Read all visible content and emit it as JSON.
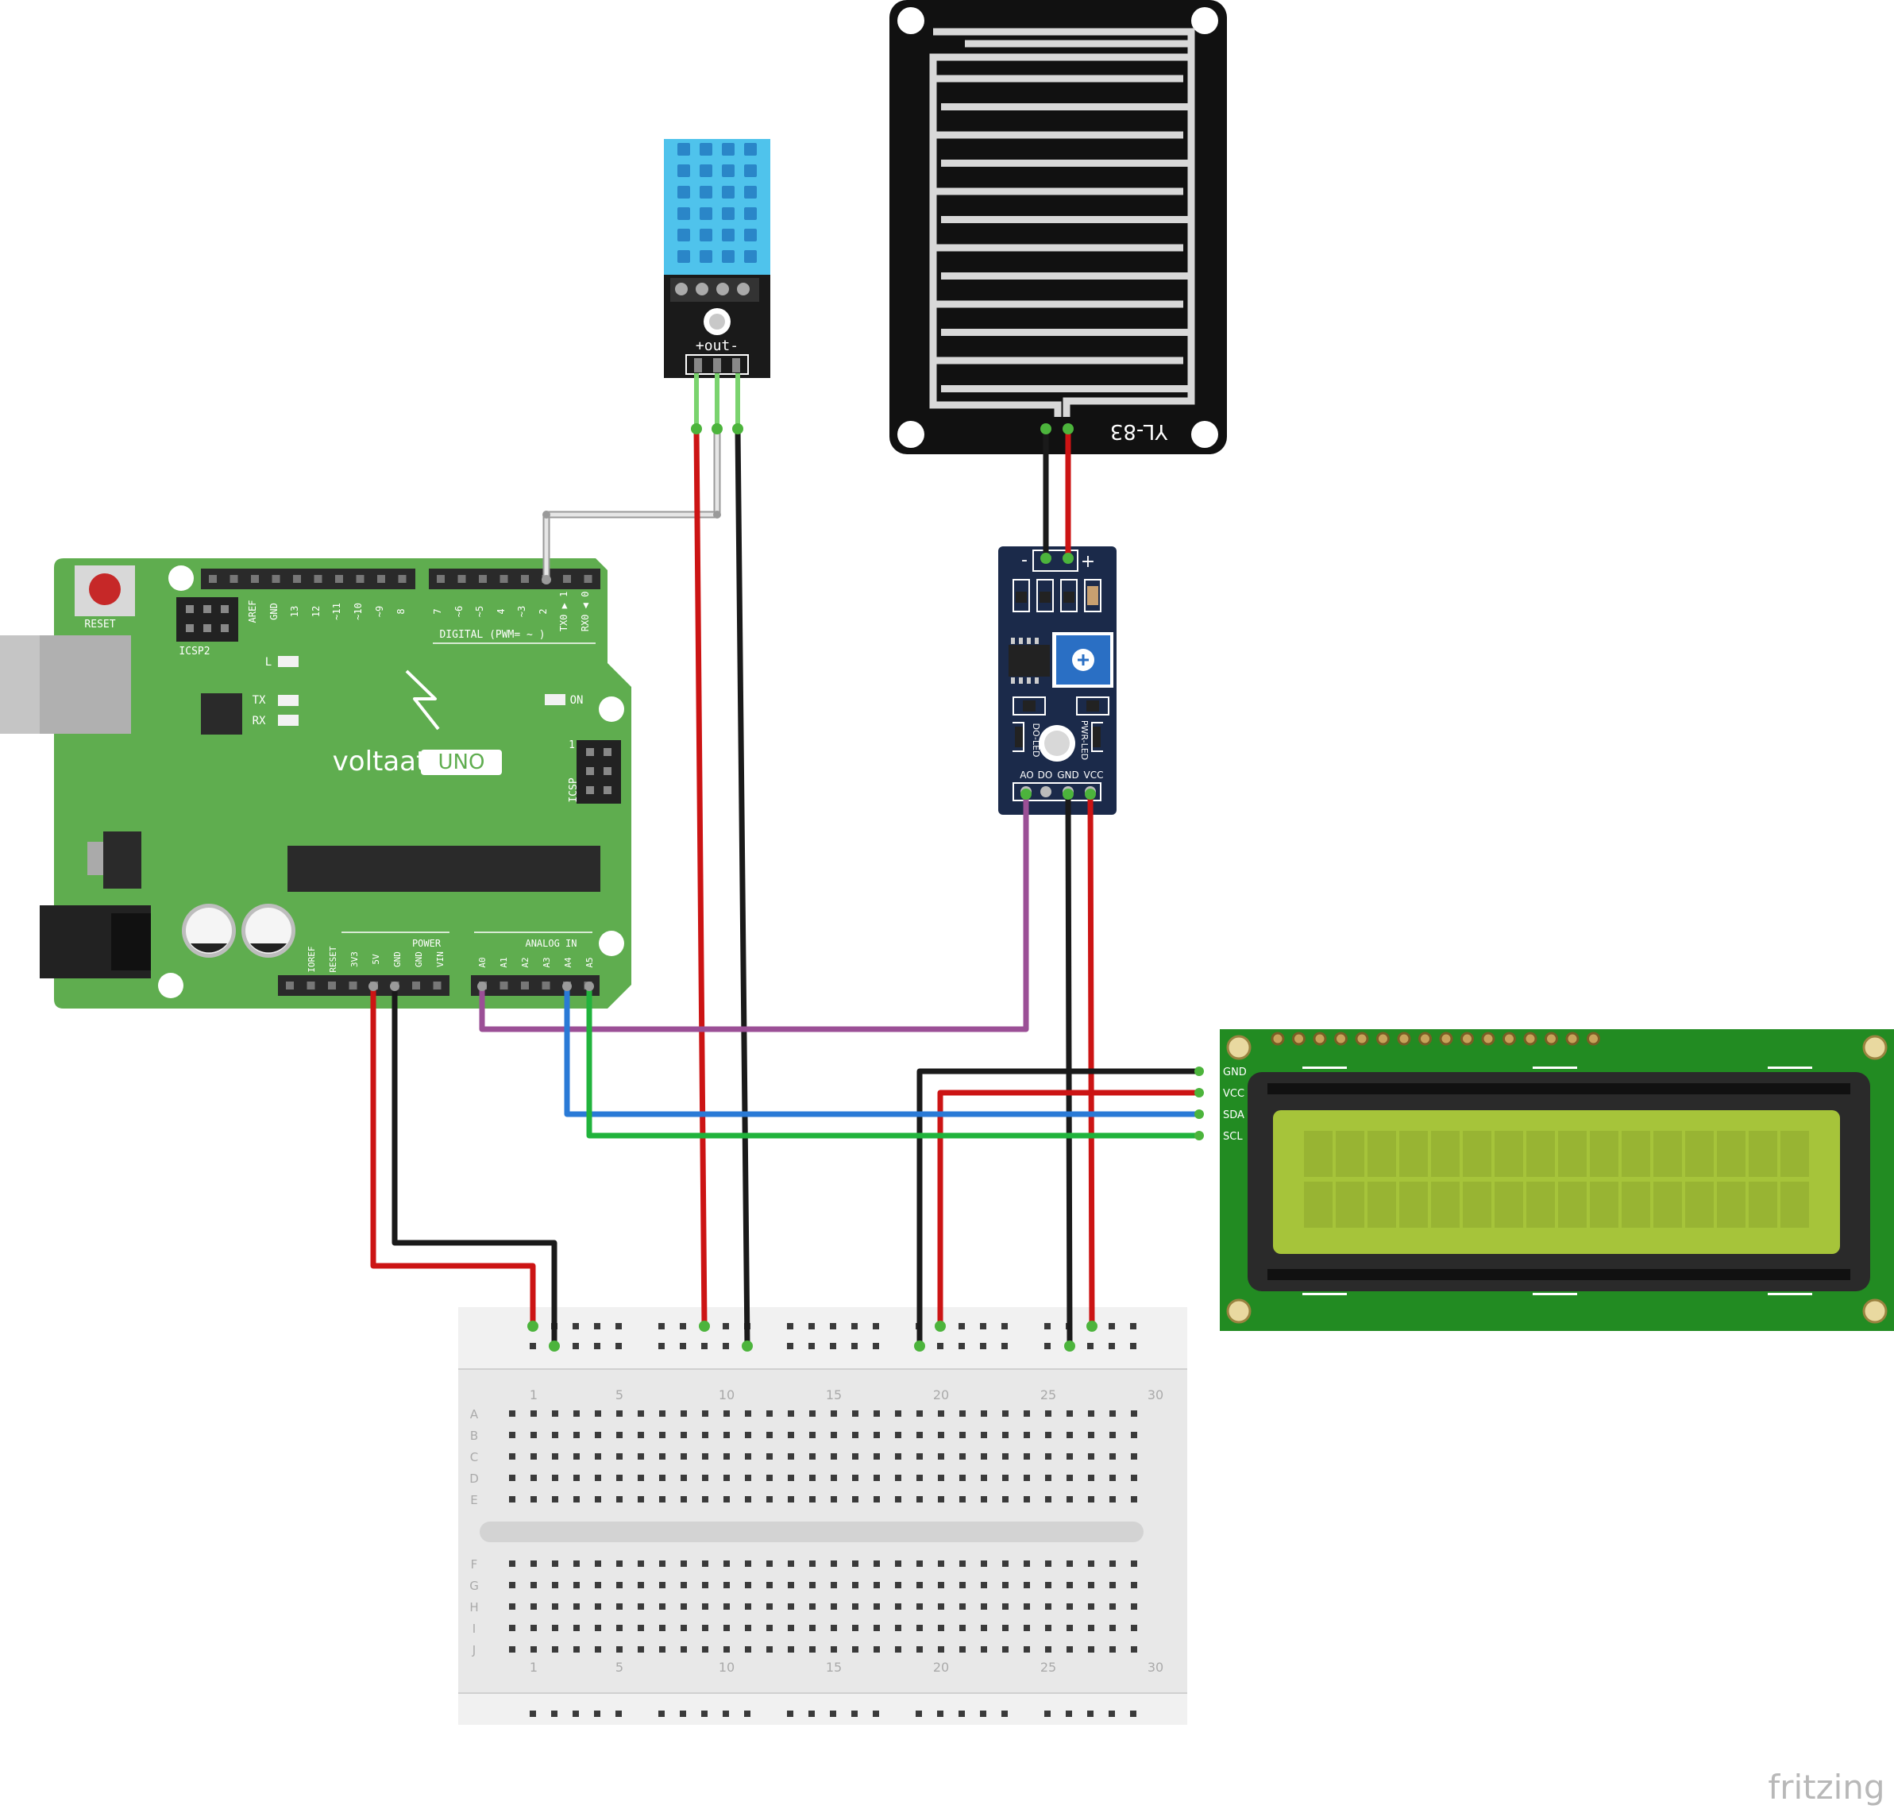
{
  "arduino": {
    "brand": "voltaat",
    "model": "UNO",
    "reset_label": "RESET",
    "icsp2_label": "ICSP2",
    "icsp_label": "ICSP",
    "l_label": "L",
    "tx_label": "TX",
    "rx_label": "RX",
    "on_label": "ON",
    "digital_label": "DIGITAL (PWM= ~ )",
    "power_label": "POWER",
    "analog_label": "ANALOG IN",
    "icsp_pin1": "1",
    "digital_pins": [
      "AREF",
      "GND",
      "13",
      "12",
      "~11",
      "~10",
      "~9",
      "8",
      "7",
      "~6",
      "~5",
      "4",
      "~3",
      "2",
      "TX0 ▶ 1",
      "RX0 ◀ 0"
    ],
    "power_pins": [
      "IOREF",
      "RESET",
      "3V3",
      "5V",
      "GND",
      "GND",
      "VIN"
    ],
    "analog_pins": [
      "A0",
      "A1",
      "A2",
      "A3",
      "A4",
      "A5"
    ]
  },
  "dht": {
    "label": "+out-"
  },
  "rain_sensor": {
    "label": "YL-83"
  },
  "rain_module": {
    "minus": "-",
    "plus": "+",
    "dled": "DO-LED",
    "pled": "PWR-LED",
    "pins": [
      "AO",
      "DO",
      "GND",
      "VCC"
    ]
  },
  "lcd": {
    "pins": [
      "GND",
      "VCC",
      "SDA",
      "SCL"
    ]
  },
  "breadboard": {
    "top_numbers": [
      "1",
      "5",
      "10",
      "15",
      "20",
      "25",
      "30"
    ],
    "row_letters_top": [
      "A",
      "B",
      "C",
      "D",
      "E"
    ],
    "row_letters_bottom": [
      "F",
      "G",
      "H",
      "I",
      "J"
    ]
  },
  "watermark": "fritzing",
  "colors": {
    "arduino_green": "#5fad4f",
    "wire_red": "#cc1414",
    "wire_black": "#1a1a1a",
    "wire_blue": "#2a7ad6",
    "wire_green": "#21b33c",
    "wire_purple": "#9b4f96",
    "wire_white": "#e6e6e6",
    "dht_blue": "#4fc3ec",
    "module_navy": "#1b2a4a",
    "lcd_pcb": "#228b22",
    "lcd_screen": "#a6c43a"
  }
}
